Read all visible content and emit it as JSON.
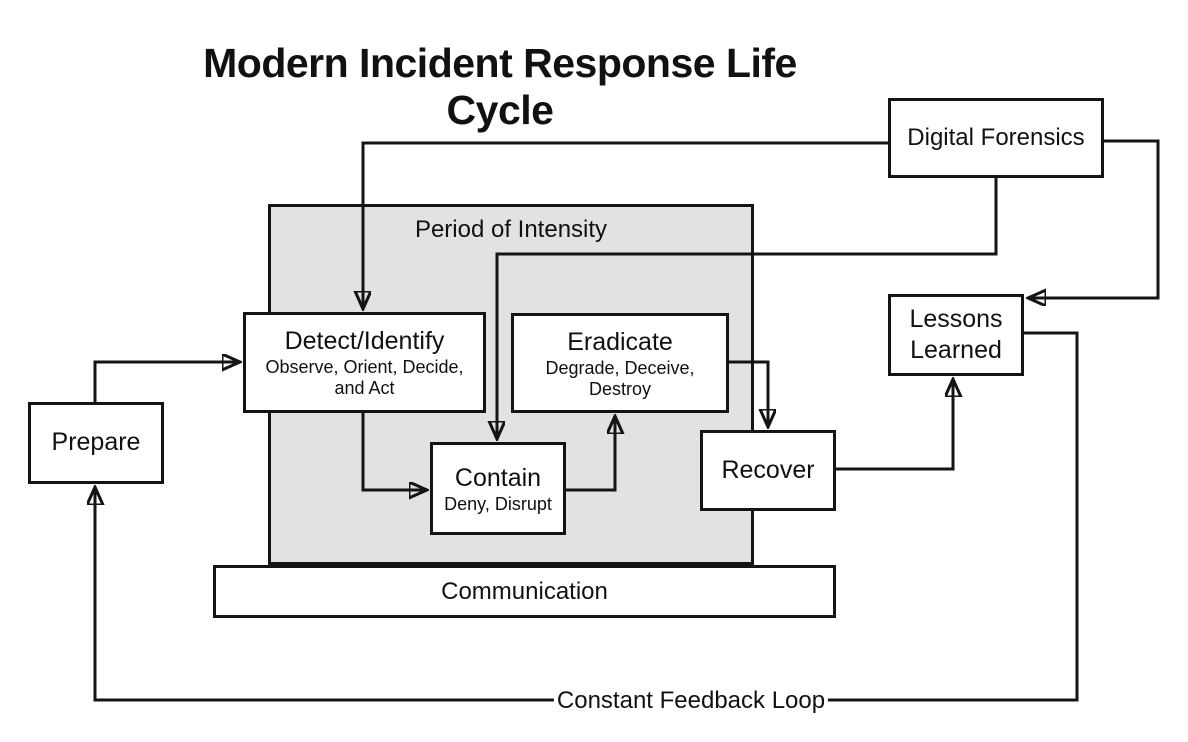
{
  "title": "Modern Incident Response Life Cycle",
  "colors": {
    "line": "#141414",
    "box_border": "#141414",
    "box_fill": "#ffffff",
    "intensity_fill": "#e2e2e2",
    "background": "#ffffff"
  },
  "nodes": {
    "digital_forensics": {
      "label": "Digital Forensics"
    },
    "period_of_intensity": {
      "label": "Period of Intensity"
    },
    "detect_identify": {
      "label": "Detect/Identify",
      "sublabel": "Observe, Orient, Decide, and Act"
    },
    "eradicate": {
      "label": "Eradicate",
      "sublabel": "Degrade, Deceive, Destroy"
    },
    "contain": {
      "label": "Contain",
      "sublabel": "Deny, Disrupt"
    },
    "prepare": {
      "label": "Prepare"
    },
    "recover": {
      "label": "Recover"
    },
    "lessons_learned": {
      "label": "Lessons Learned"
    },
    "communication": {
      "label": "Communication"
    },
    "feedback": {
      "label": "Constant Feedback Loop"
    }
  },
  "edges": [
    {
      "from": "digital_forensics",
      "to": "detect_identify"
    },
    {
      "from": "digital_forensics",
      "to": "contain"
    },
    {
      "from": "digital_forensics",
      "to": "lessons_learned"
    },
    {
      "from": "prepare",
      "to": "detect_identify"
    },
    {
      "from": "detect_identify",
      "to": "contain"
    },
    {
      "from": "contain",
      "to": "eradicate"
    },
    {
      "from": "eradicate",
      "to": "recover"
    },
    {
      "from": "recover",
      "to": "lessons_learned"
    },
    {
      "from": "lessons_learned",
      "to": "prepare",
      "label": "Constant Feedback Loop"
    }
  ]
}
